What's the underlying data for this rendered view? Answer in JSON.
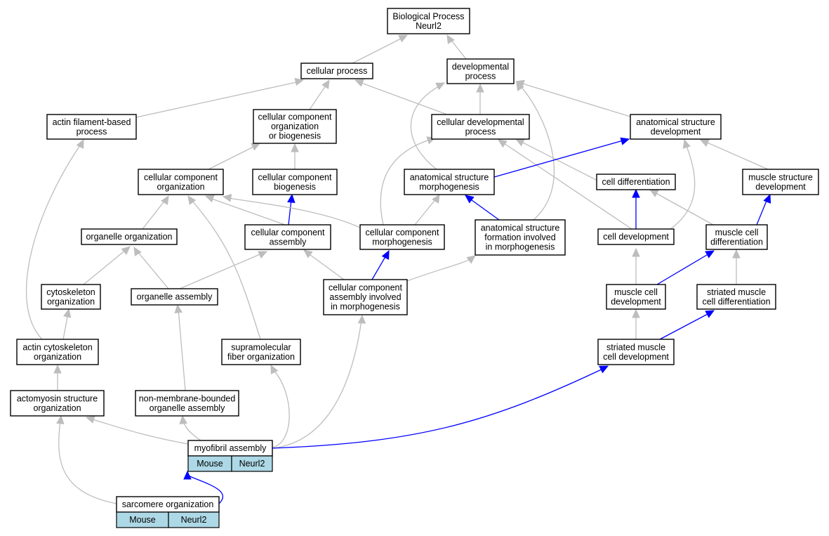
{
  "nodes": {
    "bp": {
      "lines": [
        "Biological Process",
        "Neurl2"
      ]
    },
    "cp": {
      "lines": [
        "cellular process"
      ]
    },
    "dp": {
      "lines": [
        "developmental",
        "process"
      ]
    },
    "afb": {
      "lines": [
        "actin filament-based",
        "process"
      ]
    },
    "ccob": {
      "lines": [
        "cellular component",
        "organization",
        "or biogenesis"
      ]
    },
    "cdp": {
      "lines": [
        "cellular developmental",
        "process"
      ]
    },
    "asd": {
      "lines": [
        "anatomical structure",
        "development"
      ]
    },
    "cco": {
      "lines": [
        "cellular component",
        "organization"
      ]
    },
    "ccb": {
      "lines": [
        "cellular component",
        "biogenesis"
      ]
    },
    "asm": {
      "lines": [
        "anatomical structure",
        "morphogenesis"
      ]
    },
    "cdiff": {
      "lines": [
        "cell differentiation"
      ]
    },
    "msd": {
      "lines": [
        "muscle structure",
        "development"
      ]
    },
    "oo": {
      "lines": [
        "organelle organization"
      ]
    },
    "cca": {
      "lines": [
        "cellular component",
        "assembly"
      ]
    },
    "ccm": {
      "lines": [
        "cellular component",
        "morphogenesis"
      ]
    },
    "asf": {
      "lines": [
        "anatomical structure",
        "formation involved",
        "in morphogenesis"
      ]
    },
    "cdev": {
      "lines": [
        "cell development"
      ]
    },
    "mcdiff": {
      "lines": [
        "muscle cell",
        "differentiation"
      ]
    },
    "cyto": {
      "lines": [
        "cytoskeleton",
        "organization"
      ]
    },
    "oa": {
      "lines": [
        "organelle assembly"
      ]
    },
    "ccaim": {
      "lines": [
        "cellular component",
        "assembly involved",
        "in morphogenesis"
      ]
    },
    "mcdev": {
      "lines": [
        "muscle cell",
        "development"
      ]
    },
    "smcdiff": {
      "lines": [
        "striated muscle",
        "cell differentiation"
      ]
    },
    "aco": {
      "lines": [
        "actin cytoskeleton",
        "organization"
      ]
    },
    "sfo": {
      "lines": [
        "supramolecular",
        "fiber organization"
      ]
    },
    "smcdev": {
      "lines": [
        "striated muscle",
        "cell development"
      ]
    },
    "aso": {
      "lines": [
        "actomyosin structure",
        "organization"
      ]
    },
    "nmboa": {
      "lines": [
        "non-membrane-bounded",
        "organelle assembly"
      ]
    },
    "mfa": {
      "lines": [
        "myofibril assembly"
      ],
      "cells": [
        "Mouse",
        "Neurl2"
      ]
    },
    "so": {
      "lines": [
        "sarcomere organization"
      ],
      "cells": [
        "Mouse",
        "Neurl2"
      ]
    }
  },
  "colors": {
    "is_a_edge": "#bdbdbd",
    "part_of_edge": "#0000ff",
    "annotation_cell": "#add8e6",
    "node_border": "#000000"
  }
}
